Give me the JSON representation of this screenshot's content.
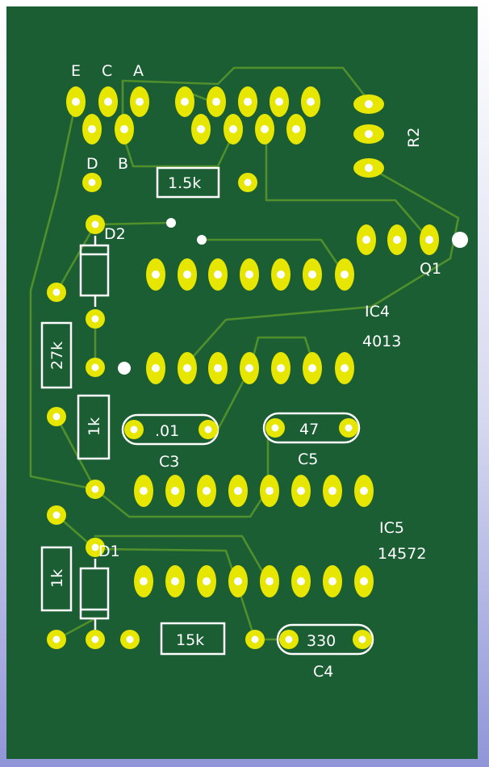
{
  "board": {
    "colors": {
      "soldermask": "#1b5e34",
      "pad": "#e6e600",
      "trace": "#4f8f2c",
      "silkscreen": "#ffffff"
    },
    "labels": {
      "q_e": "E",
      "q_c": "C",
      "q_a": "A",
      "q_d": "D",
      "q_b": "B",
      "r2": "R2",
      "q1": "Q1",
      "d2": "D2",
      "d1": "D1",
      "ic4": "IC4",
      "ic4_part": "4013",
      "ic5": "IC5",
      "ic5_part": "14572",
      "c3": "C3",
      "c5": "C5",
      "c4": "C4",
      "c3_val": ".01",
      "c5_val": "47",
      "c4_val": "330",
      "r_1k5": "1.5k",
      "r_27k": "27k",
      "r_1k_a": "1k",
      "r_1k_b": "1k",
      "r_15k": "15k"
    }
  }
}
